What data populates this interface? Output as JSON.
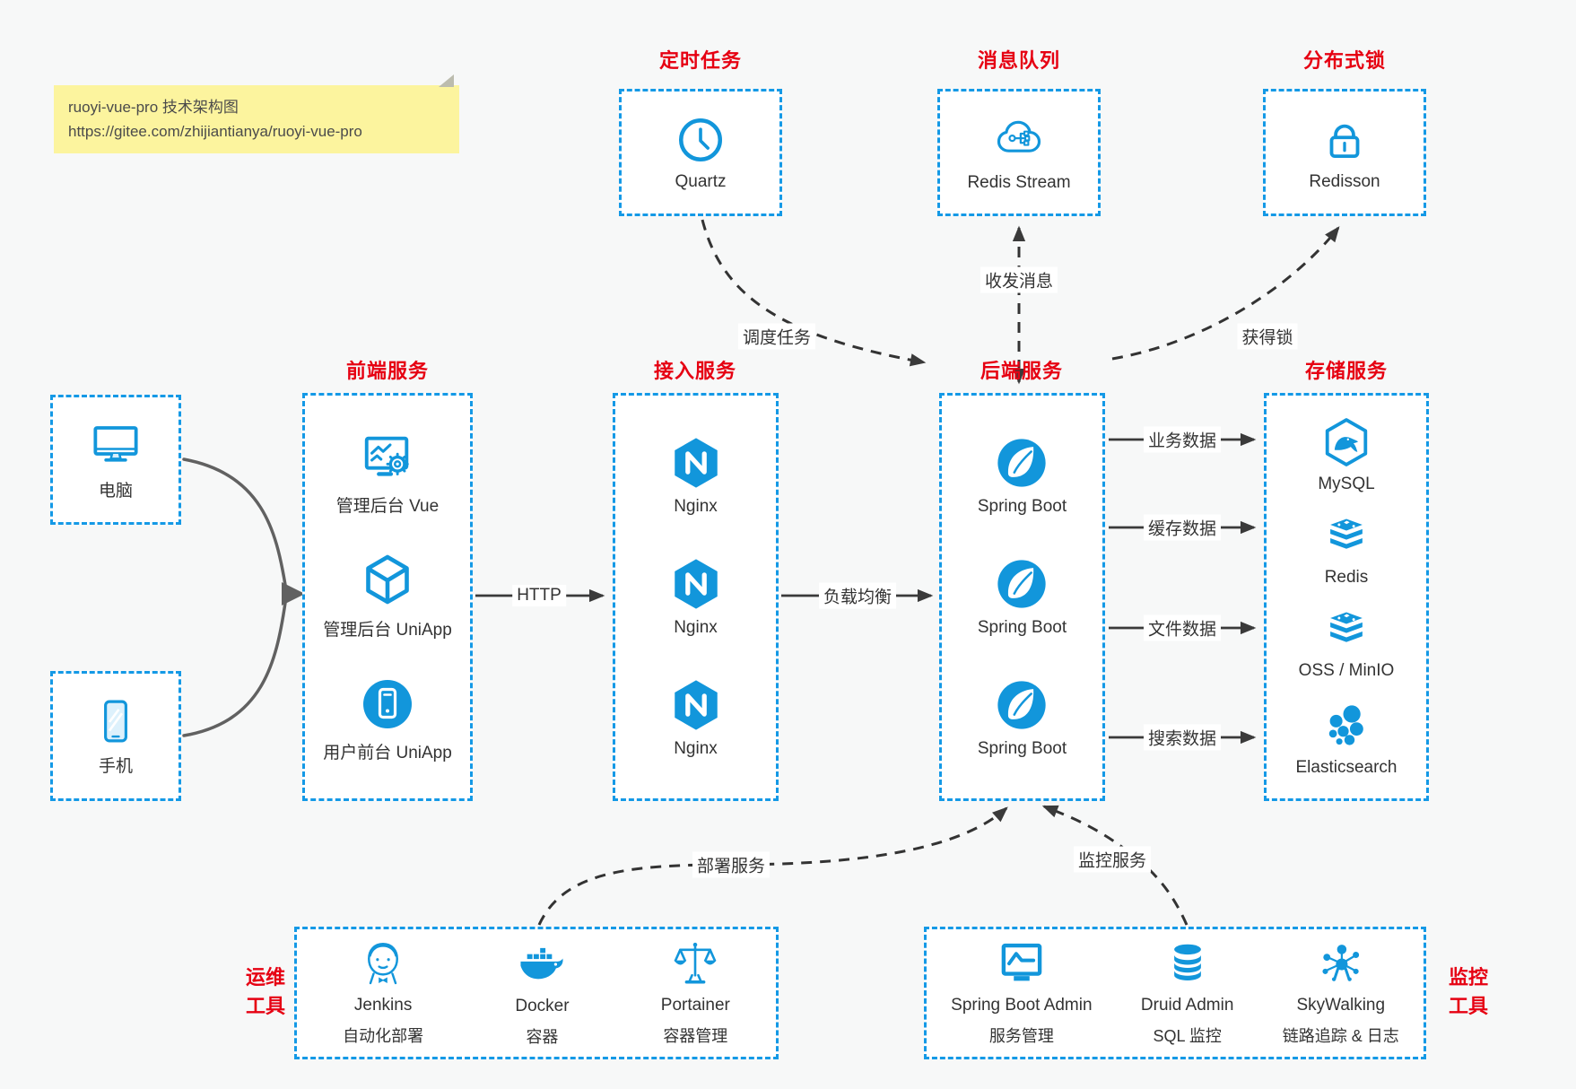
{
  "note": {
    "line1": "ruoyi-vue-pro 技术架构图",
    "line2": "https://gitee.com/zhijiantianya/ruoyi-vue-pro"
  },
  "colors": {
    "accent_blue": "#1296db",
    "title_red": "#e60012",
    "edge_dark": "#333333",
    "client_edge_gray": "#616161",
    "note_yellow": "#fcf49e",
    "canvas_bg": "#f7f8f8",
    "box_bg": "#ffffff"
  },
  "top_groups": [
    {
      "title": "定时任务",
      "icon": "quartz-clock-icon",
      "label": "Quartz"
    },
    {
      "title": "消息队列",
      "icon": "redis-stream-cloud-icon",
      "label": "Redis Stream"
    },
    {
      "title": "分布式锁",
      "icon": "redisson-lock-icon",
      "label": "Redisson"
    }
  ],
  "clients": [
    {
      "icon": "desktop-computer-icon",
      "label": "电脑"
    },
    {
      "icon": "mobile-phone-icon",
      "label": "手机"
    }
  ],
  "service_groups": [
    {
      "title": "前端服务",
      "items": [
        {
          "icon": "admin-vue-screen-icon",
          "label": "管理后台 Vue"
        },
        {
          "icon": "uniapp-cube-icon",
          "label": "管理后台 UniApp"
        },
        {
          "icon": "user-app-phone-icon",
          "label": "用户前台 UniApp"
        }
      ]
    },
    {
      "title": "接入服务",
      "items": [
        {
          "icon": "nginx-icon",
          "label": "Nginx"
        },
        {
          "icon": "nginx-icon",
          "label": "Nginx"
        },
        {
          "icon": "nginx-icon",
          "label": "Nginx"
        }
      ]
    },
    {
      "title": "后端服务",
      "items": [
        {
          "icon": "spring-boot-icon",
          "label": "Spring Boot"
        },
        {
          "icon": "spring-boot-icon",
          "label": "Spring Boot"
        },
        {
          "icon": "spring-boot-icon",
          "label": "Spring Boot"
        }
      ]
    },
    {
      "title": "存储服务",
      "items": [
        {
          "icon": "mysql-icon",
          "label": "MySQL"
        },
        {
          "icon": "redis-stack-icon",
          "label": "Redis"
        },
        {
          "icon": "oss-minio-stack-icon",
          "label": "OSS / MinIO"
        },
        {
          "icon": "elasticsearch-icon",
          "label": "Elasticsearch"
        }
      ]
    }
  ],
  "bottom_groups": [
    {
      "side_label": [
        "运维",
        "工具"
      ],
      "items": [
        {
          "icon": "jenkins-icon",
          "label": "Jenkins",
          "sublabel": "自动化部署"
        },
        {
          "icon": "docker-icon",
          "label": "Docker",
          "sublabel": "容器"
        },
        {
          "icon": "portainer-icon",
          "label": "Portainer",
          "sublabel": "容器管理"
        }
      ]
    },
    {
      "side_label": [
        "监控",
        "工具"
      ],
      "items": [
        {
          "icon": "spring-boot-admin-icon",
          "label": "Spring Boot Admin",
          "sublabel": "服务管理"
        },
        {
          "icon": "druid-icon",
          "label": "Druid Admin",
          "sublabel": "SQL 监控"
        },
        {
          "icon": "skywalking-icon",
          "label": "SkyWalking",
          "sublabel": "链路追踪 & 日志"
        }
      ]
    }
  ],
  "edge_labels": {
    "http": "HTTP",
    "load_balance": "负载均衡",
    "business_data": "业务数据",
    "cache_data": "缓存数据",
    "file_data": "文件数据",
    "search_data": "搜索数据",
    "schedule_task": "调度任务",
    "message_exchange": "收发消息",
    "acquire_lock": "获得锁",
    "deploy_service": "部署服务",
    "monitor_service": "监控服务"
  }
}
